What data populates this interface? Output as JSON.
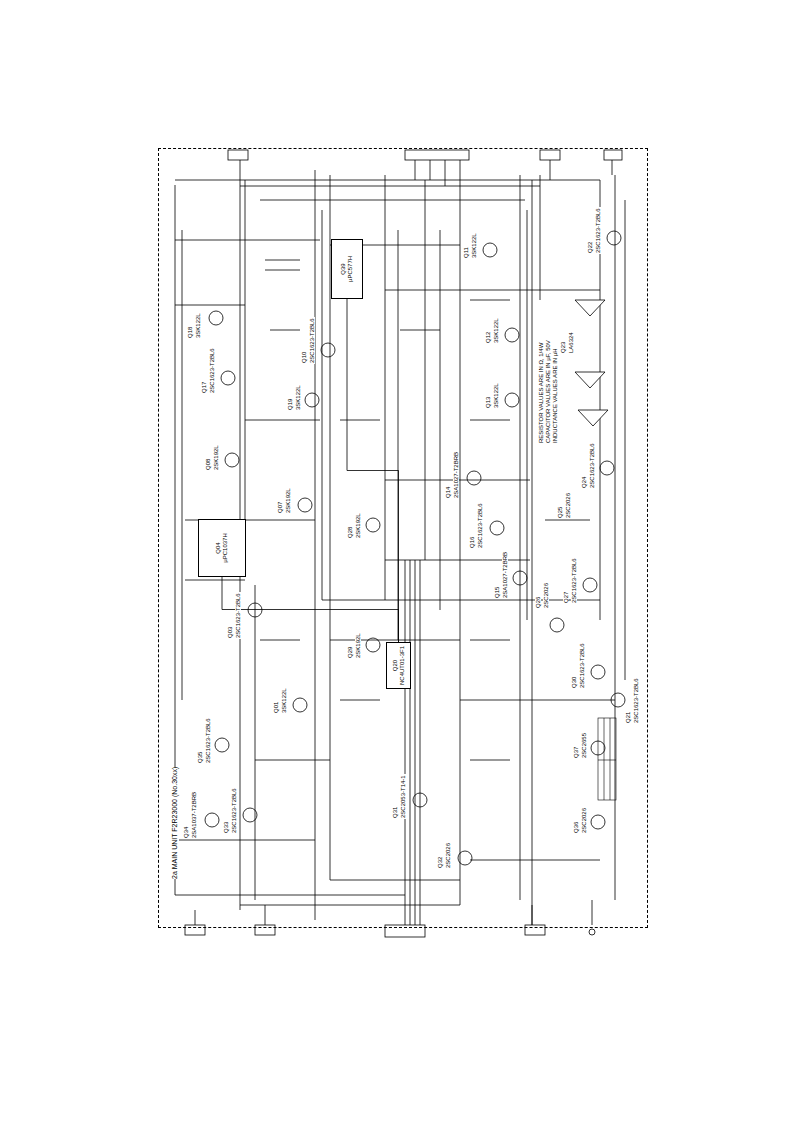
{
  "diagram": {
    "nodes": [
      {
        "text": [
          "2a MAIN UNIT F2R23000 (No.30xx)"
        ]
      },
      {
        "text": [
          "Q04",
          "µPC1037H"
        ],
        "in": 0
      },
      {
        "text": [
          "Q39",
          "µPC577H"
        ],
        "in": 0
      },
      {
        "text": [
          "Q20",
          "NC4UT01-3F1"
        ],
        "in": 0
      }
    ],
    "edges": [
      {
        "from": 1,
        "to": 3,
        "arrow": "none"
      },
      {
        "from": 2,
        "to": 3,
        "arrow": "none"
      }
    ],
    "labels": [
      "Q18",
      "3SK122L",
      "Q17",
      "2SC1623-T2BL6",
      "Q08",
      "2SK192L",
      "Q03",
      "2SC1623-T2BL6",
      "Q19",
      "3SK122L",
      "Q10",
      "2SC1623-T2BL6",
      "Q07",
      "2SK192L",
      "Q01",
      "3SK122L",
      "Q35",
      "2SC1623-T2BL6",
      "Q34",
      "2SA1037-T2BRB",
      "Q33",
      "2SC1623-T2BL6",
      "Q28",
      "2SK192L",
      "Q29",
      "2SK192L",
      "Q31",
      "2SC2053-T14-1",
      "Q32",
      "2SC2026",
      "Q11",
      "3SK122L",
      "Q12",
      "3SK122L",
      "Q13",
      "3SK122L",
      "Q14",
      "2SA1027-T2BRB",
      "Q16",
      "2SC1623-T2BL6",
      "Q15",
      "2SA1027-T2BRB",
      "Q22",
      "2SC1623-T2BL6",
      "Q23",
      "LA6324",
      "RESISTOR VALUES ARE IN Ω, 1/4W",
      "CAPACITOR VALUES ARE IN µF, 50V",
      "INDUCTANCE VALUES ARE IN µH",
      "Q24",
      "2SC1623-T2BL6",
      "Q25",
      "2SC2026",
      "Q26",
      "2SC2026",
      "Q27",
      "2SC1623-T2BL6",
      "Q30",
      "2SC1623-T2BL6",
      "Q21",
      "2SC1623-T2BL6",
      "Q37",
      "2SC2655",
      "Q36",
      "2SC2026"
    ]
  }
}
